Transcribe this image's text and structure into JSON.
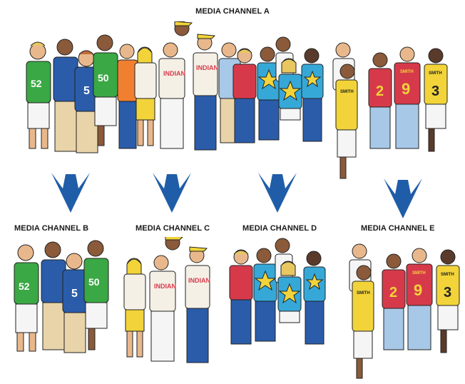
{
  "channels": {
    "a": "MEDIA CHANNEL A",
    "b": "MEDIA CHANNEL B",
    "c": "MEDIA CHANNEL C",
    "d": "MEDIA CHANNEL D",
    "e": "MEDIA CHANNEL E"
  },
  "jerseys": {
    "green_1": "52",
    "blue_1": "5",
    "green_2": "50",
    "red_1": "2",
    "red_2": "9",
    "yellow_1": "3",
    "white_text": "INDIAN",
    "small_text": "SMITH"
  },
  "colors": {
    "arrow": "#1f5da8",
    "green_team": "#3aa844",
    "blue_team": "#2a5caa",
    "red_team": "#d63a4a",
    "yellow_team": "#f2d43a",
    "white_team": "#f5f0e6",
    "cyan_team": "#36a8d8",
    "skin": "#e8b88c"
  }
}
